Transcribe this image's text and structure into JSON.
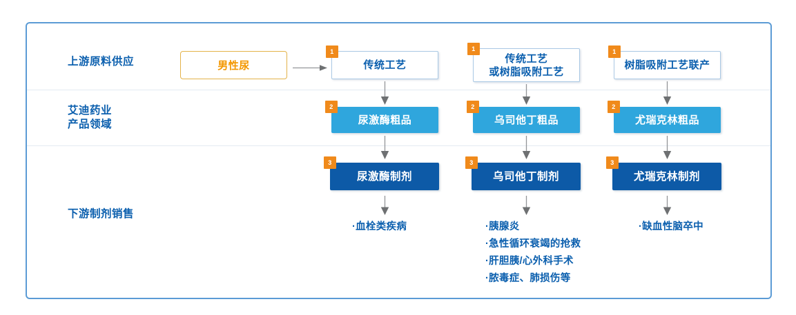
{
  "frame": {
    "accent_color": "#5b9bd5"
  },
  "colors": {
    "brand_blue": "#0b5fae",
    "light_blue": "#2fa6dd",
    "dark_blue": "#0d5aa7",
    "orange_badge": "#f08a1b",
    "gold_border": "#e3b248",
    "gold_text": "#f39700",
    "arrow_gray": "#939598",
    "divider": "#e3eaf2"
  },
  "rows": {
    "upstream_label": "上游原料供应",
    "company_label": "艾迪药业\n产品领域",
    "downstream_label": "下游制剂销售"
  },
  "source": {
    "label": "男性尿",
    "arrow": "right-arrow"
  },
  "columns": [
    {
      "process": {
        "badge": "1",
        "label": "传统工艺"
      },
      "crude": {
        "badge": "2",
        "label": "尿激酶粗品"
      },
      "product": {
        "badge": "3",
        "label": "尿激酶制剂"
      },
      "indications": [
        "·血栓类疾病"
      ]
    },
    {
      "process": {
        "badge": "1",
        "label": "传统工艺\n或树脂吸附工艺"
      },
      "crude": {
        "badge": "2",
        "label": "乌司他丁粗品"
      },
      "product": {
        "badge": "3",
        "label": "乌司他丁制剂"
      },
      "indications": [
        "·胰腺炎",
        "·急性循环衰竭的抢救",
        "·肝胆胰/心外科手术",
        "·脓毒症、肺损伤等"
      ]
    },
    {
      "process": {
        "badge": "1",
        "label": "树脂吸附工艺联产"
      },
      "crude": {
        "badge": "2",
        "label": "尤瑞克林粗品"
      },
      "product": {
        "badge": "3",
        "label": "尤瑞克林制剂"
      },
      "indications": [
        "·缺血性脑卒中"
      ]
    }
  ]
}
